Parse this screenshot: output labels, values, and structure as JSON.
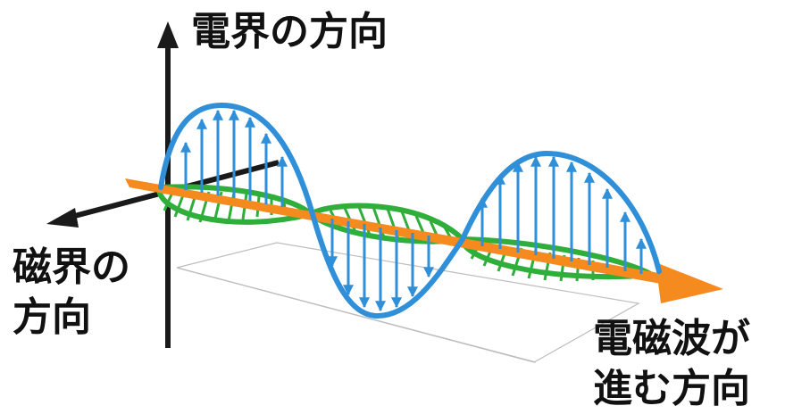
{
  "labels": {
    "electric_field_direction": "電界の方向",
    "magnetic_field_direction": [
      "磁界の",
      "方向"
    ],
    "propagation_direction": [
      "電磁波が",
      "進む方向"
    ]
  },
  "colors": {
    "electric_wave": "#2f8fd8",
    "magnetic_wave": "#2fae3a",
    "propagation_arrow": "#f58a1f",
    "axes": "#1a1a1a",
    "guide_lines": "#bdbdbd"
  }
}
